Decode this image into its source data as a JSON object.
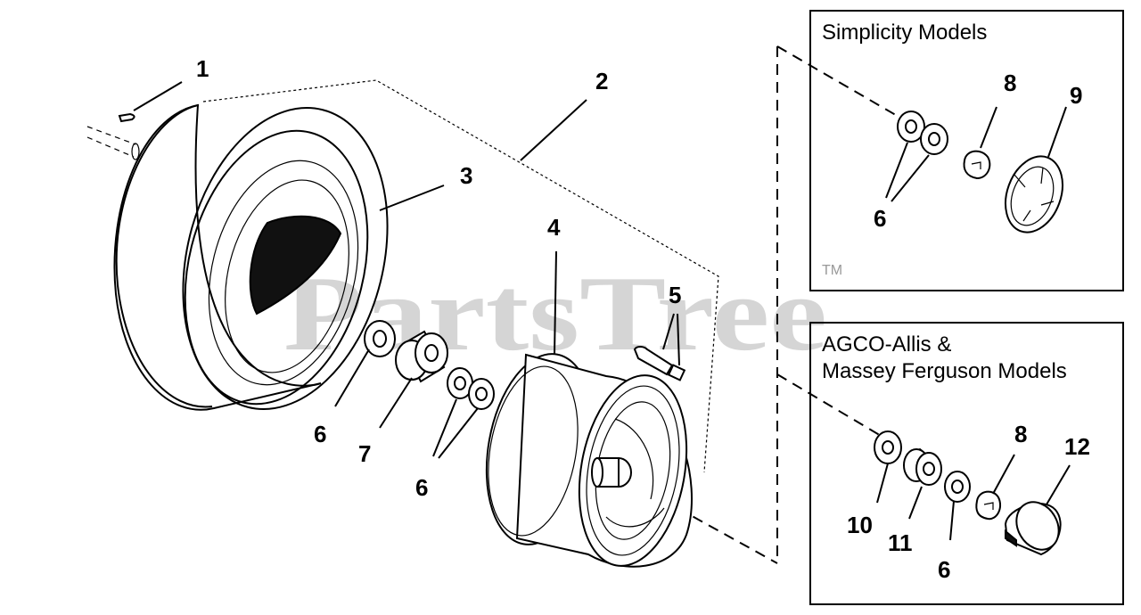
{
  "watermark": "PartsTree",
  "trademark": "TM",
  "callouts": {
    "c1": "1",
    "c2": "2",
    "c3": "3",
    "c4": "4",
    "c5": "5",
    "c6a": "6",
    "c7": "7",
    "c6b": "6",
    "simplicity_8": "8",
    "simplicity_9": "9",
    "simplicity_6": "6",
    "agco_8": "8",
    "agco_12": "12",
    "agco_10": "10",
    "agco_11": "11",
    "agco_6": "6"
  },
  "boxes": {
    "simplicity_title": "Simplicity Models",
    "agco_title_line1": "AGCO-Allis &",
    "agco_title_line2": "Massey Ferguson Models"
  }
}
